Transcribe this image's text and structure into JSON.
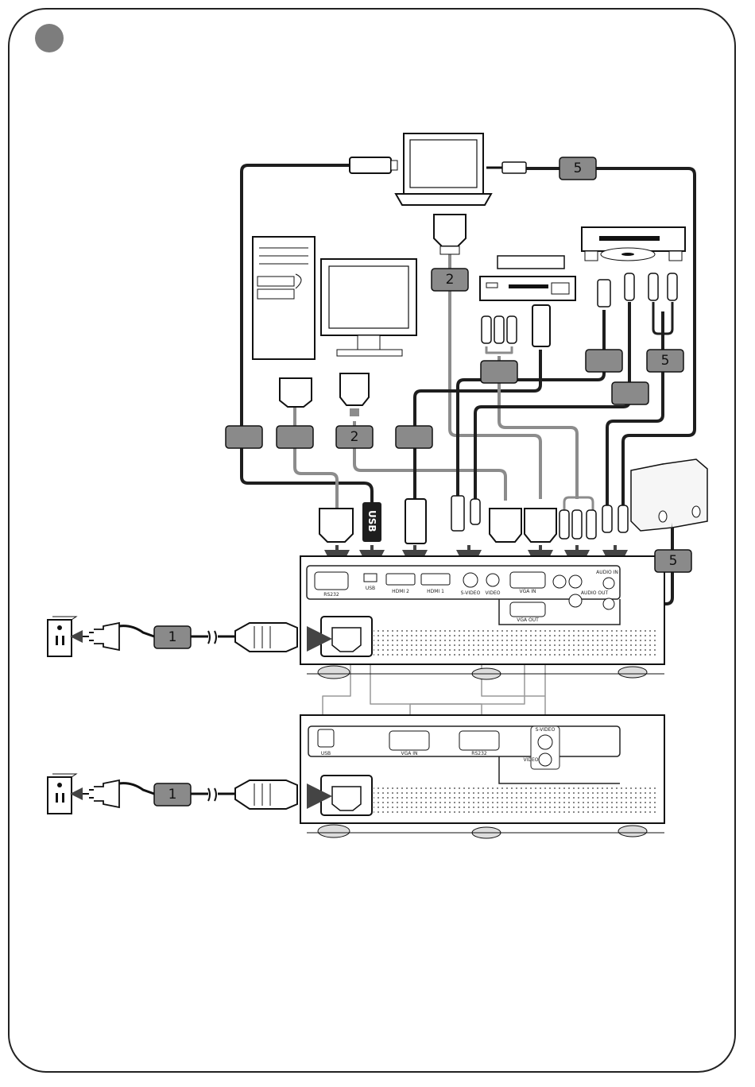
{
  "badges": {
    "b1_top": "1",
    "b1_bottom": "1",
    "b2_vga_top": "2",
    "b2_vga_mid": "2",
    "b5_top": "5",
    "b5_mid": "5",
    "b5_speakers": "5"
  },
  "ports_top": {
    "rs232": "RS232",
    "usb": "USB",
    "hdmi2": "HDMI 2",
    "hdmi1": "HDMI 1",
    "svideo": "S-VIDEO",
    "video": "VIDEO",
    "vga_in": "VGA IN",
    "vga_out": "VGA OUT",
    "audio_in": "AUDIO IN",
    "audio_out": "AUDIO OUT"
  },
  "ports_bottom": {
    "usb": "USB",
    "vga_in": "VGA IN",
    "rs232": "RS232",
    "svideo": "S-VIDEO",
    "video": "VIDEO"
  },
  "usb_plug_text": "USB",
  "colors": {
    "badge_fill": "#8a8a8a",
    "dark_cable": "#1e1e1e",
    "gray_cable": "#8c8c8c",
    "frame": "#222222"
  }
}
